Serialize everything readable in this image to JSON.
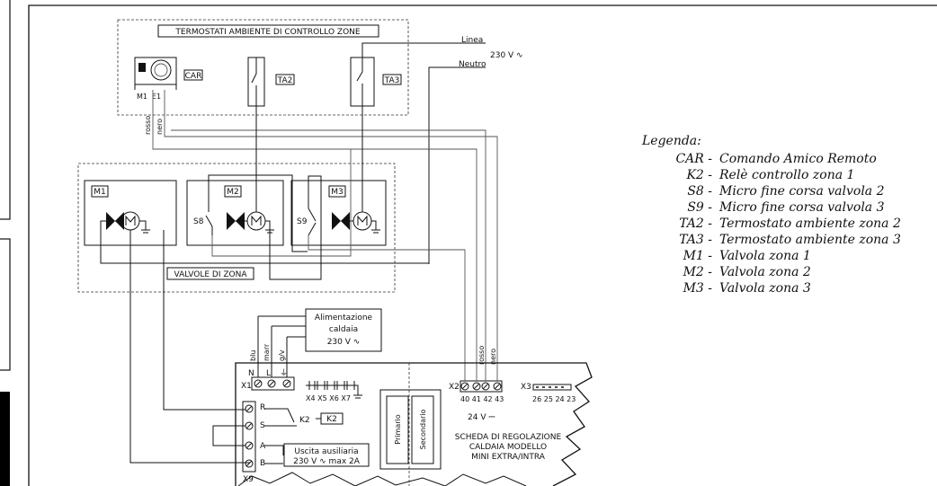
{
  "thermostats_box": {
    "title": "TERMOSTATI AMBIENTE DI CONTROLLO ZONE"
  },
  "labels": {
    "car": "CAR",
    "ta2": "TA2",
    "ta3": "TA3",
    "m1_terminal": "M1",
    "e1_terminal": "E1",
    "linea": "Linea",
    "neutro": "Neutro",
    "supply_230": "230 V ∿",
    "rosso_top": "rosso",
    "nero_top": "nero",
    "m1": "M1",
    "m2": "M2",
    "m3": "M3",
    "s8": "S8",
    "s9": "S9",
    "valves_box": "VALVOLE DI ZONA",
    "power_title_1": "Alimentazione",
    "power_title_2": "caldaia",
    "power_title_3": "230 V ∿",
    "blu": "blu",
    "marr": "marr",
    "gv": "g/v",
    "n": "N",
    "l": "L",
    "earth": "⏚",
    "x1": "X1",
    "x4x7": "X4 X5 X6 X7",
    "r": "R",
    "s": "S",
    "a": "A",
    "b": "B",
    "x9": "X9",
    "k2": "K2",
    "k2_coil": "K2",
    "aux_1": "Uscita ausiliaria",
    "aux_2": "230 V ∿ max 2A",
    "primario": "Primario",
    "secondario": "Secondario",
    "x2": "X2",
    "x2_nums": "40 41 42 43",
    "rosso_bot": "rosso",
    "nero_bot": "nero",
    "x3": "X3",
    "x3_nums": "26 25 24 23",
    "v24": "24 V ⎓",
    "board_1": "SCHEDA DI REGOLAZIONE",
    "board_2": "CALDAIA MODELLO",
    "board_3": "MINI EXTRA/INTRA"
  },
  "legend": {
    "title": "Legenda:",
    "items": [
      {
        "code": "CAR -",
        "desc": "Comando Amico Remoto"
      },
      {
        "code": "K2 -",
        "desc": "Relè controllo zona 1"
      },
      {
        "code": "S8 -",
        "desc": "Micro fine corsa valvola 2"
      },
      {
        "code": "S9 -",
        "desc": "Micro fine corsa valvola 3"
      },
      {
        "code": "TA2 -",
        "desc": "Termostato ambiente zona 2"
      },
      {
        "code": "TA3 -",
        "desc": "Termostato ambiente zona 3"
      },
      {
        "code": "M1 -",
        "desc": "Valvola zona 1"
      },
      {
        "code": "M2 -",
        "desc": "Valvola zona 2"
      },
      {
        "code": "M3 -",
        "desc": "Valvola zona 3"
      }
    ]
  }
}
